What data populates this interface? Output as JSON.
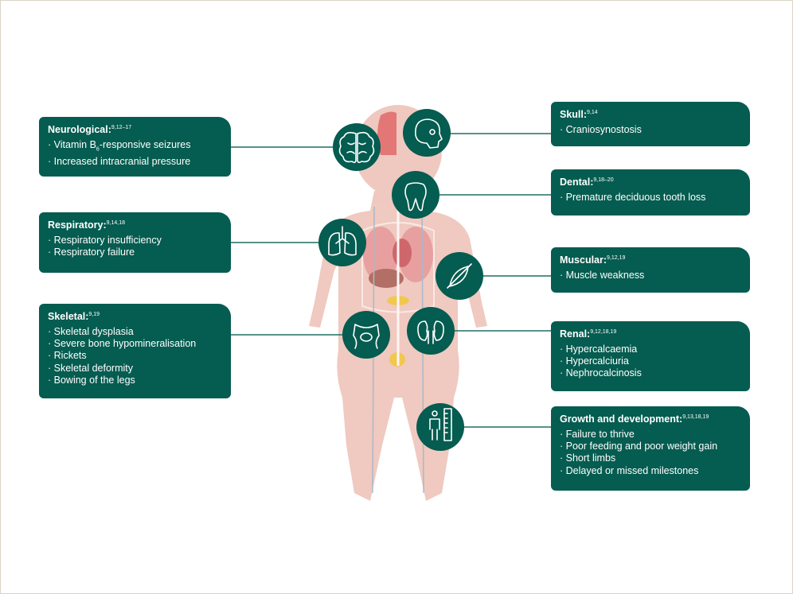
{
  "colors": {
    "box": "#055c50",
    "line": "#1f6f63",
    "body": "#e8b9ae"
  },
  "boxes": {
    "neurological": {
      "title": "Neurological:",
      "refs": "9,12–17",
      "items": [
        "Vitamin B",
        "-responsive seizures",
        "Increased intracranial pressure"
      ],
      "sub": "6",
      "icon": "brain-icon"
    },
    "respiratory": {
      "title": "Respiratory:",
      "refs": "9,14,18",
      "items": [
        "Respiratory insufficiency",
        "Respiratory failure"
      ],
      "icon": "lungs-icon"
    },
    "skeletal": {
      "title": "Skeletal:",
      "refs": "9,19",
      "items": [
        "Skeletal dysplasia",
        "Severe bone hypomineralisation",
        "Rickets",
        "Skeletal deformity",
        "Bowing of the legs"
      ],
      "icon": "pelvis-icon"
    },
    "skull": {
      "title": "Skull:",
      "refs": "9,14",
      "items": [
        "Craniosynostosis"
      ],
      "icon": "skull-icon"
    },
    "dental": {
      "title": "Dental:",
      "refs": "9,18–20",
      "items": [
        "Premature deciduous tooth loss"
      ],
      "icon": "tooth-icon"
    },
    "muscular": {
      "title": "Muscular:",
      "refs": "9,12,19",
      "items": [
        "Muscle weakness"
      ],
      "icon": "muscle-icon"
    },
    "renal": {
      "title": "Renal:",
      "refs": "9,12,18,19",
      "items": [
        "Hypercalcaemia",
        "Hypercalciuria",
        "Nephrocalcinosis"
      ],
      "icon": "kidney-icon"
    },
    "growth": {
      "title": "Growth and development:",
      "refs": "9,13,18,19",
      "items": [
        "Failure to thrive",
        "Poor feeding and poor weight gain",
        "Short limbs",
        "Delayed or missed milestones"
      ],
      "icon": "growth-ruler-icon"
    }
  }
}
